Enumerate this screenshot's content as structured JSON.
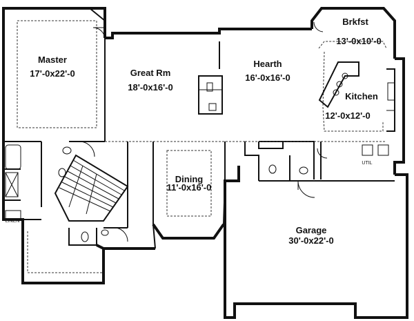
{
  "rooms": {
    "master": {
      "name": "Master",
      "dims": "17'-0x22'-0"
    },
    "great_room": {
      "name": "Great Rm",
      "dims": "18'-0x16'-0"
    },
    "hearth": {
      "name": "Hearth",
      "dims": "16'-0x16'-0"
    },
    "breakfast": {
      "name": "Brkfst",
      "dims": "13'-0x10'-0"
    },
    "kitchen": {
      "name": "Kitchen",
      "dims": "12'-0x12'-0"
    },
    "dining": {
      "name": "Dining",
      "dims": "11'-0x16'-0"
    },
    "garage": {
      "name": "Garage",
      "dims": "30'-0x22'-0"
    }
  },
  "labels": {
    "linen": "LINEN",
    "util": "UTIL"
  }
}
